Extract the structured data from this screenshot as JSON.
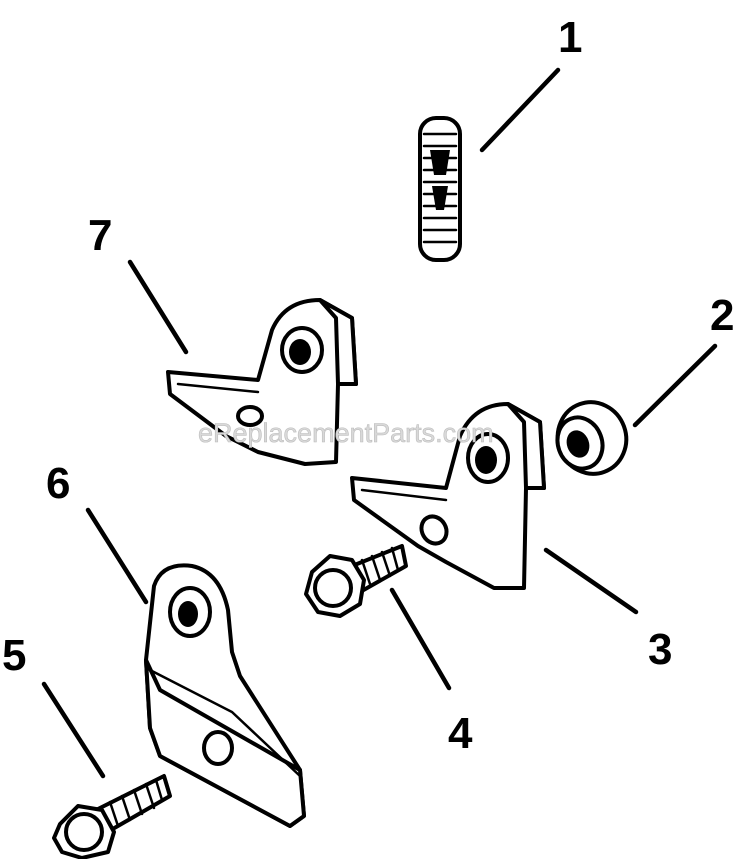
{
  "diagram": {
    "watermark": "eReplacementParts.com",
    "callouts": [
      {
        "id": "callout-1",
        "label": "1"
      },
      {
        "id": "callout-2",
        "label": "2"
      },
      {
        "id": "callout-3",
        "label": "3"
      },
      {
        "id": "callout-4",
        "label": "4"
      },
      {
        "id": "callout-5",
        "label": "5"
      },
      {
        "id": "callout-6",
        "label": "6"
      },
      {
        "id": "callout-7",
        "label": "7"
      }
    ]
  }
}
